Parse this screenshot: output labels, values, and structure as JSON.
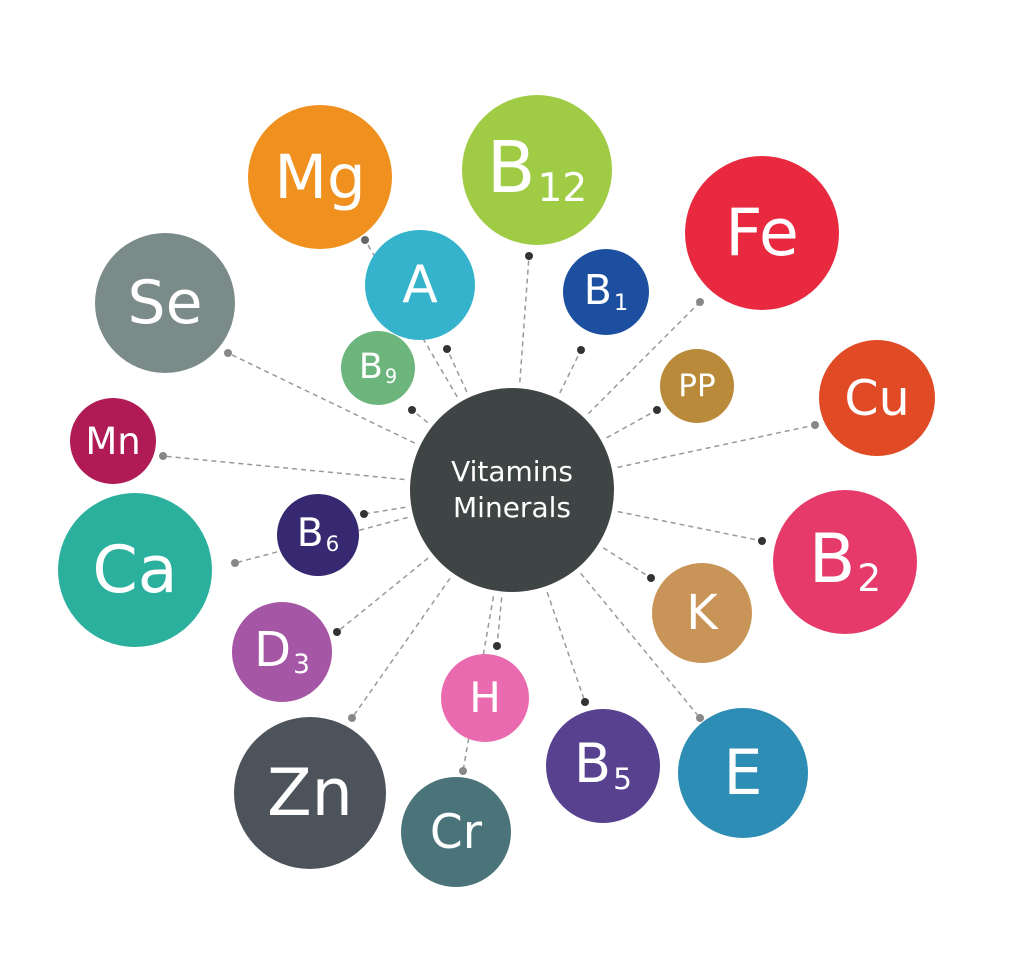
{
  "center": {
    "line1": "Vitamins",
    "line2": "Minerals",
    "color": "#3f4545"
  },
  "bubbles": [
    {
      "id": "mg",
      "label": "Mg",
      "sub": "",
      "color": "#f0901e",
      "dot": "#666"
    },
    {
      "id": "b12",
      "label": "B",
      "sub": "12",
      "color": "#9fcb45",
      "dot": "#333"
    },
    {
      "id": "fe",
      "label": "Fe",
      "sub": "",
      "color": "#e8293f",
      "dot": "#888"
    },
    {
      "id": "se",
      "label": "Se",
      "sub": "",
      "color": "#7b8b89",
      "dot": "#888"
    },
    {
      "id": "a",
      "label": "A",
      "sub": "",
      "color": "#35b3cc",
      "dot": "#333"
    },
    {
      "id": "b1",
      "label": "B",
      "sub": "1",
      "color": "#1c4fa0",
      "dot": "#333"
    },
    {
      "id": "b9",
      "label": "B",
      "sub": "9",
      "color": "#6cb57d",
      "dot": "#333"
    },
    {
      "id": "pp",
      "label": "PP",
      "sub": "",
      "color": "#b88a3a",
      "dot": "#333"
    },
    {
      "id": "cu",
      "label": "Cu",
      "sub": "",
      "color": "#e04a25",
      "dot": "#888"
    },
    {
      "id": "mn",
      "label": "Mn",
      "sub": "",
      "color": "#b01a55",
      "dot": "#888"
    },
    {
      "id": "b6",
      "label": "B",
      "sub": "6",
      "color": "#372872",
      "dot": "#333"
    },
    {
      "id": "ca",
      "label": "Ca",
      "sub": "",
      "color": "#2bb09e",
      "dot": "#888"
    },
    {
      "id": "b2",
      "label": "B",
      "sub": "2",
      "color": "#e63a6a",
      "dot": "#333"
    },
    {
      "id": "d3",
      "label": "D",
      "sub": "3",
      "color": "#a556a4",
      "dot": "#333"
    },
    {
      "id": "k",
      "label": "K",
      "sub": "",
      "color": "#c99458",
      "dot": "#333"
    },
    {
      "id": "h",
      "label": "H",
      "sub": "",
      "color": "#e96aae",
      "dot": "#333"
    },
    {
      "id": "b5",
      "label": "B",
      "sub": "5",
      "color": "#58418f",
      "dot": "#333"
    },
    {
      "id": "e",
      "label": "E",
      "sub": "",
      "color": "#2e8db4",
      "dot": "#888"
    },
    {
      "id": "zn",
      "label": "Zn",
      "sub": "",
      "color": "#4c535b",
      "dot": "#888"
    },
    {
      "id": "cr",
      "label": "Cr",
      "sub": "",
      "color": "#4a7479",
      "dot": "#888"
    }
  ]
}
